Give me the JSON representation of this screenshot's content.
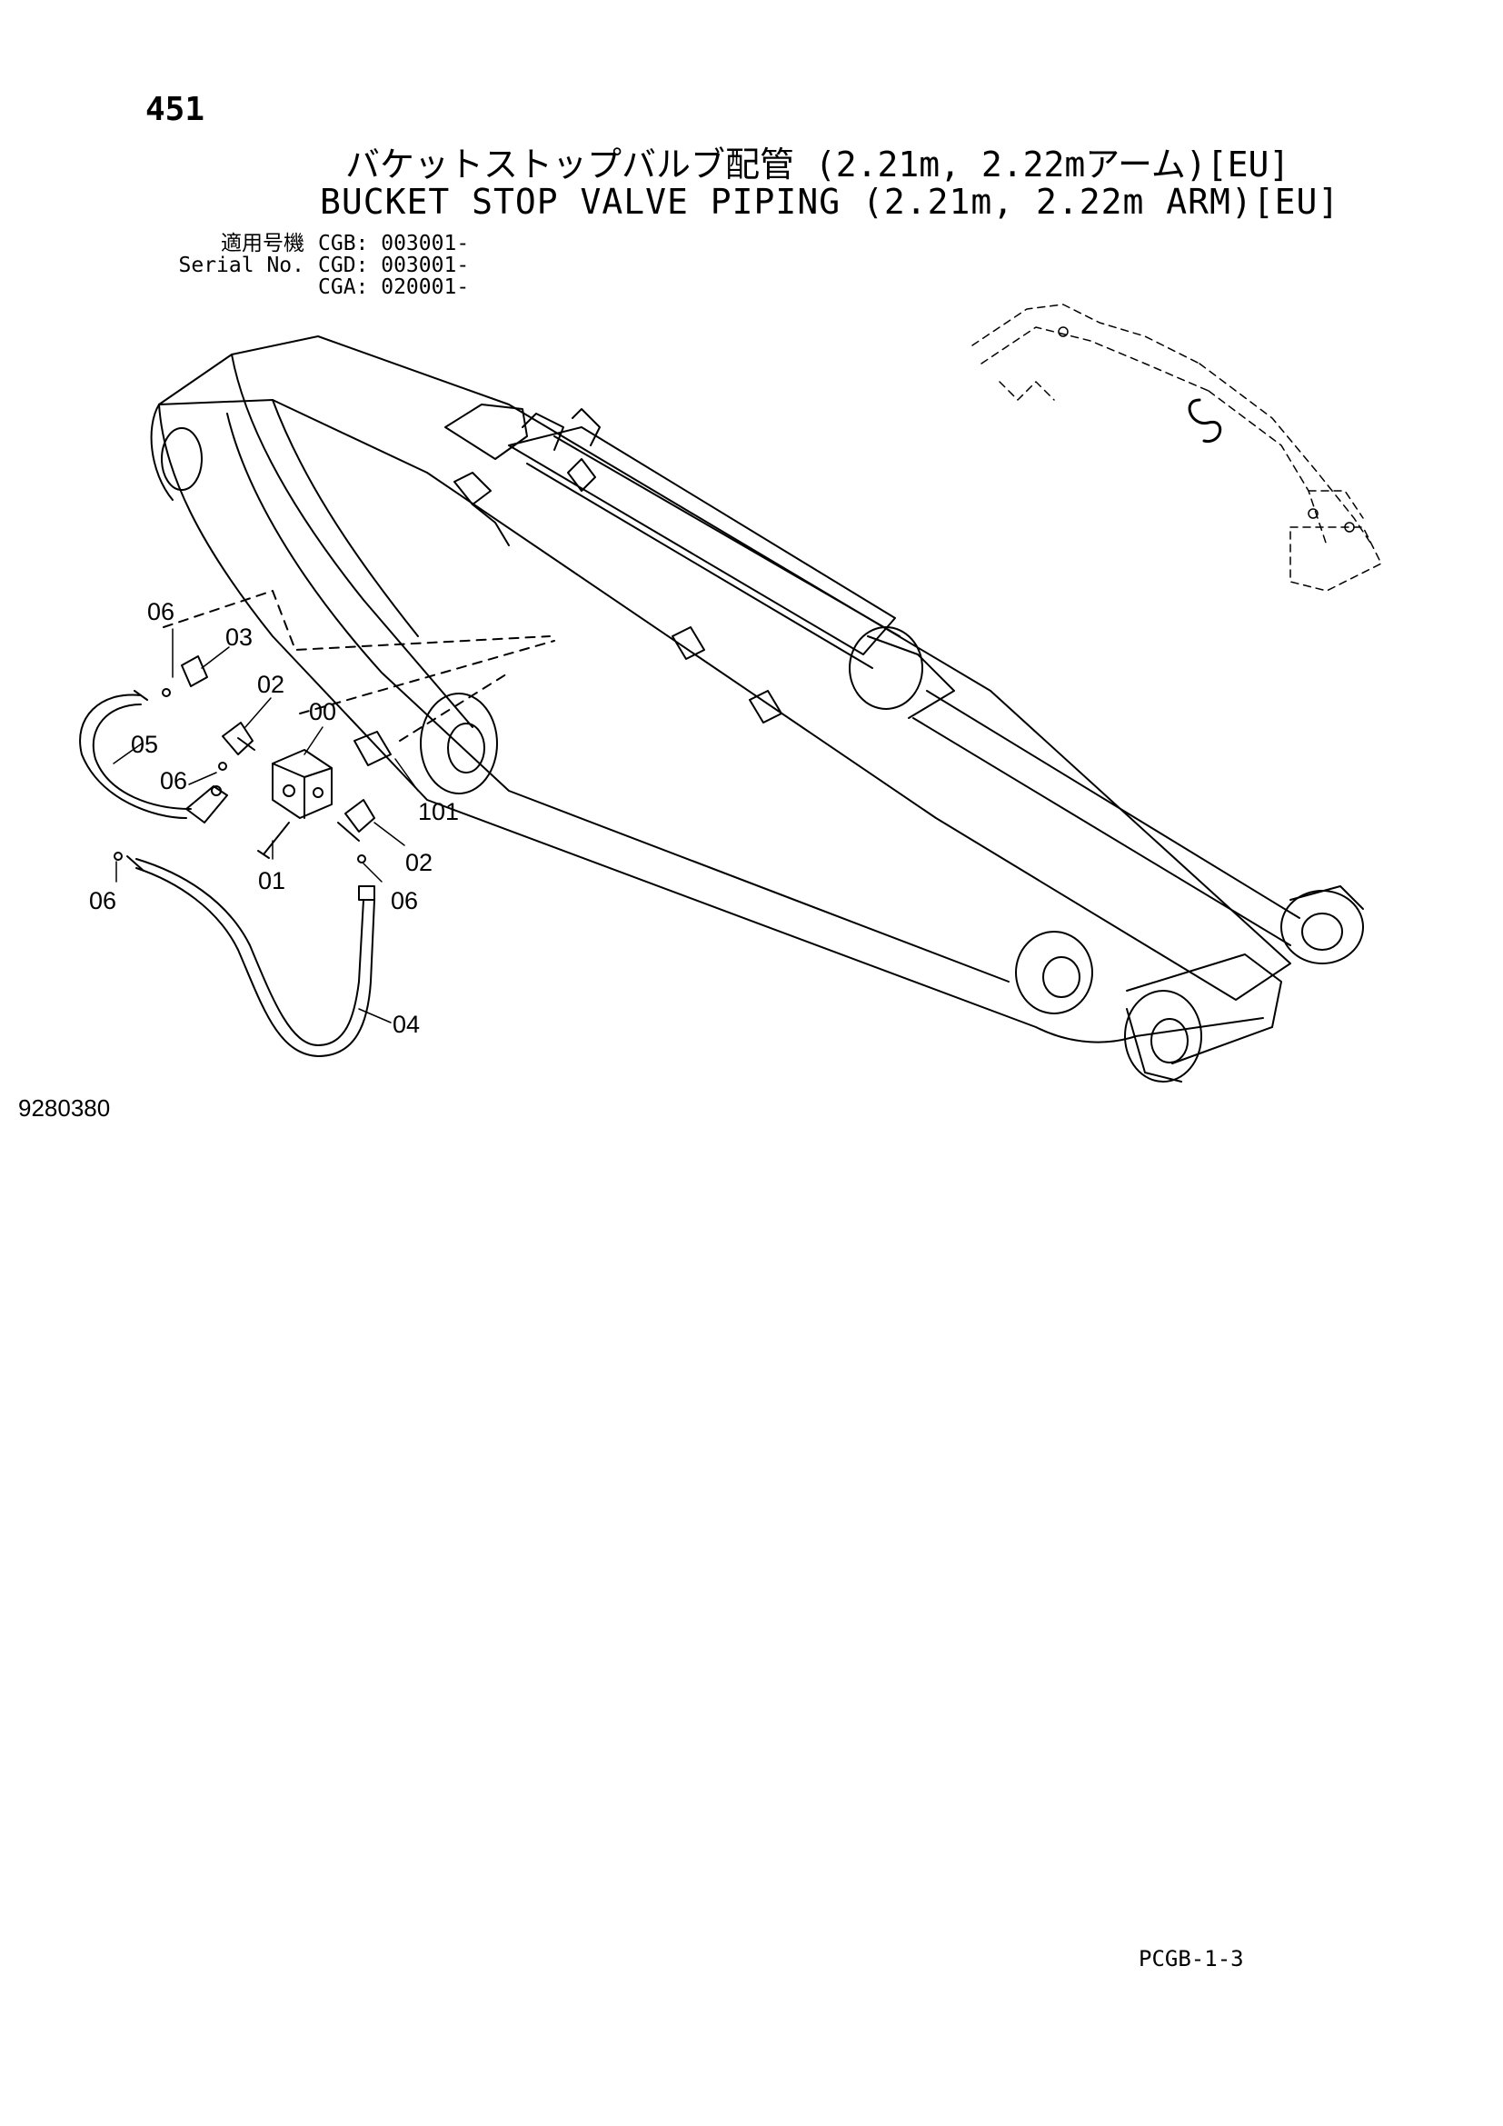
{
  "page_number": "451",
  "title_jp": "バケットストップバルブ配管 (2.21m, 2.22mアーム)[EU]",
  "title_en": "BUCKET STOP VALVE PIPING (2.21m, 2.22m ARM)[EU]",
  "serial": {
    "label_jp": "適用号機",
    "label_en": "Serial No.",
    "codes": [
      "CGB: 003001-",
      "CGD: 003001-",
      "CGA: 020001-"
    ]
  },
  "callouts": {
    "p00": "00",
    "p01": "01",
    "p02a": "02",
    "p02b": "02",
    "p03": "03",
    "p04": "04",
    "p05": "05",
    "p06a": "06",
    "p06b": "06",
    "p06c": "06",
    "p06d": "06",
    "p101": "101"
  },
  "drawing_number": "9280380",
  "sheet_code": "PCGB-1-3"
}
